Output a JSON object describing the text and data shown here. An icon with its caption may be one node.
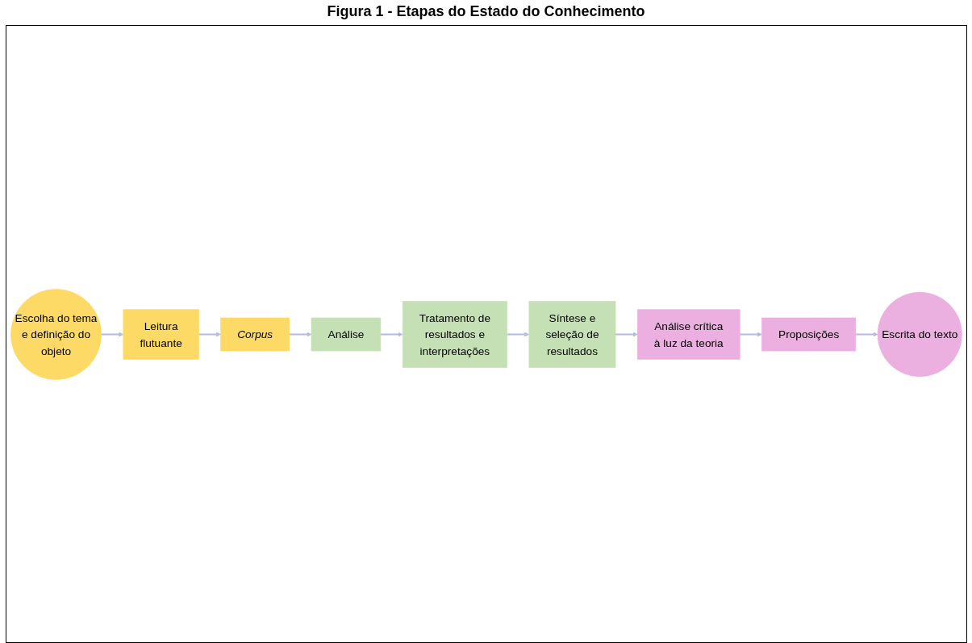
{
  "diagram": {
    "title": "Figura 1 - Etapas do Estado do Conhecimento",
    "nodes": [
      {
        "text": [
          "Escolha do tema e definição do objeto"
        ]
      },
      {
        "text": [
          "Leitura flutuante"
        ]
      },
      {
        "text": [
          "Corpus"
        ]
      },
      {
        "text": [
          "Análise"
        ]
      },
      {
        "text": [
          "Tratamento de resultados e interpretações"
        ]
      },
      {
        "text": [
          "Síntese e seleção de resultados"
        ]
      },
      {
        "text": [
          "Análise crítica à luz da teoria"
        ]
      },
      {
        "text": [
          "Proposições"
        ]
      },
      {
        "text": [
          "Escrita do texto"
        ]
      }
    ],
    "edges": [
      {
        "from": 0,
        "to": 1,
        "arrow": "to"
      },
      {
        "from": 1,
        "to": 2,
        "arrow": "to"
      },
      {
        "from": 2,
        "to": 3,
        "arrow": "to"
      },
      {
        "from": 3,
        "to": 4,
        "arrow": "to"
      },
      {
        "from": 4,
        "to": 5,
        "arrow": "to"
      },
      {
        "from": 5,
        "to": 6,
        "arrow": "to"
      },
      {
        "from": 6,
        "to": 7,
        "arrow": "to"
      },
      {
        "from": 7,
        "to": 8,
        "arrow": "to"
      }
    ]
  }
}
